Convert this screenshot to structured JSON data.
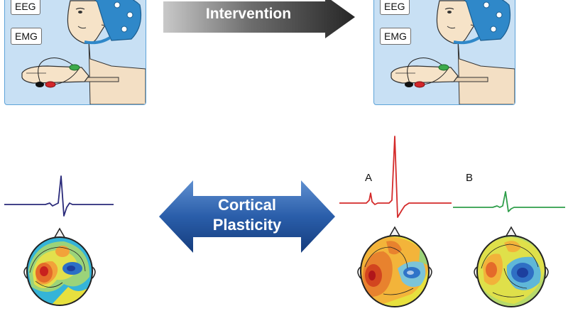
{
  "figure": {
    "intervention_label": "Intervention",
    "plasticity_label_line1": "Cortical",
    "plasticity_label_line2": "Plasticity",
    "before_panel": {
      "eeg_label": "EEG",
      "emg_label": "EMG"
    },
    "after_panel": {
      "eeg_label": "EEG",
      "emg_label": "EMG"
    },
    "trace_a_label": "A",
    "trace_b_label": "B"
  },
  "colors": {
    "panel_fill": "#c8e0f4",
    "panel_border": "#5ea3d8",
    "cap_blue": "#2f88c9",
    "baseline_trace": "#2a2a7a",
    "trace_a": "#d42a2a",
    "trace_b": "#2e9e4a",
    "intervention_arrow": "#3a3a3a",
    "plasticity_arrow": "#1f4f95"
  }
}
